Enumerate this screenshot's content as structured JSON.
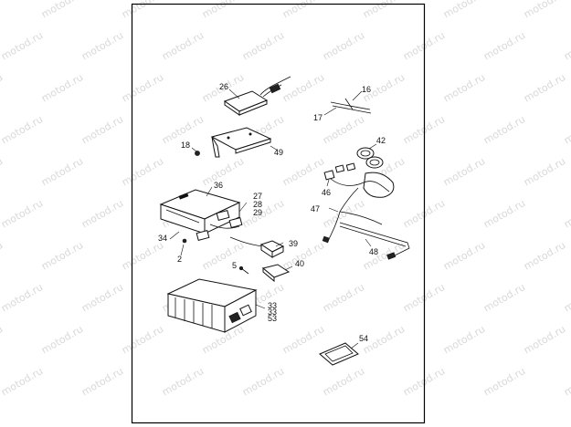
{
  "watermark": "motod.ru",
  "labels": {
    "p26": "26",
    "p16": "16",
    "p17": "17",
    "p18": "18",
    "p49": "49",
    "p42": "42",
    "p36": "36",
    "p27": "27",
    "p28": "28",
    "p29": "29",
    "p46": "46",
    "p47": "47",
    "p34": "34",
    "p39": "39",
    "p48": "48",
    "p2": "2",
    "p5": "5",
    "p40": "40",
    "p33a": "33",
    "p33b": "33",
    "p53": "53",
    "p54": "54"
  }
}
